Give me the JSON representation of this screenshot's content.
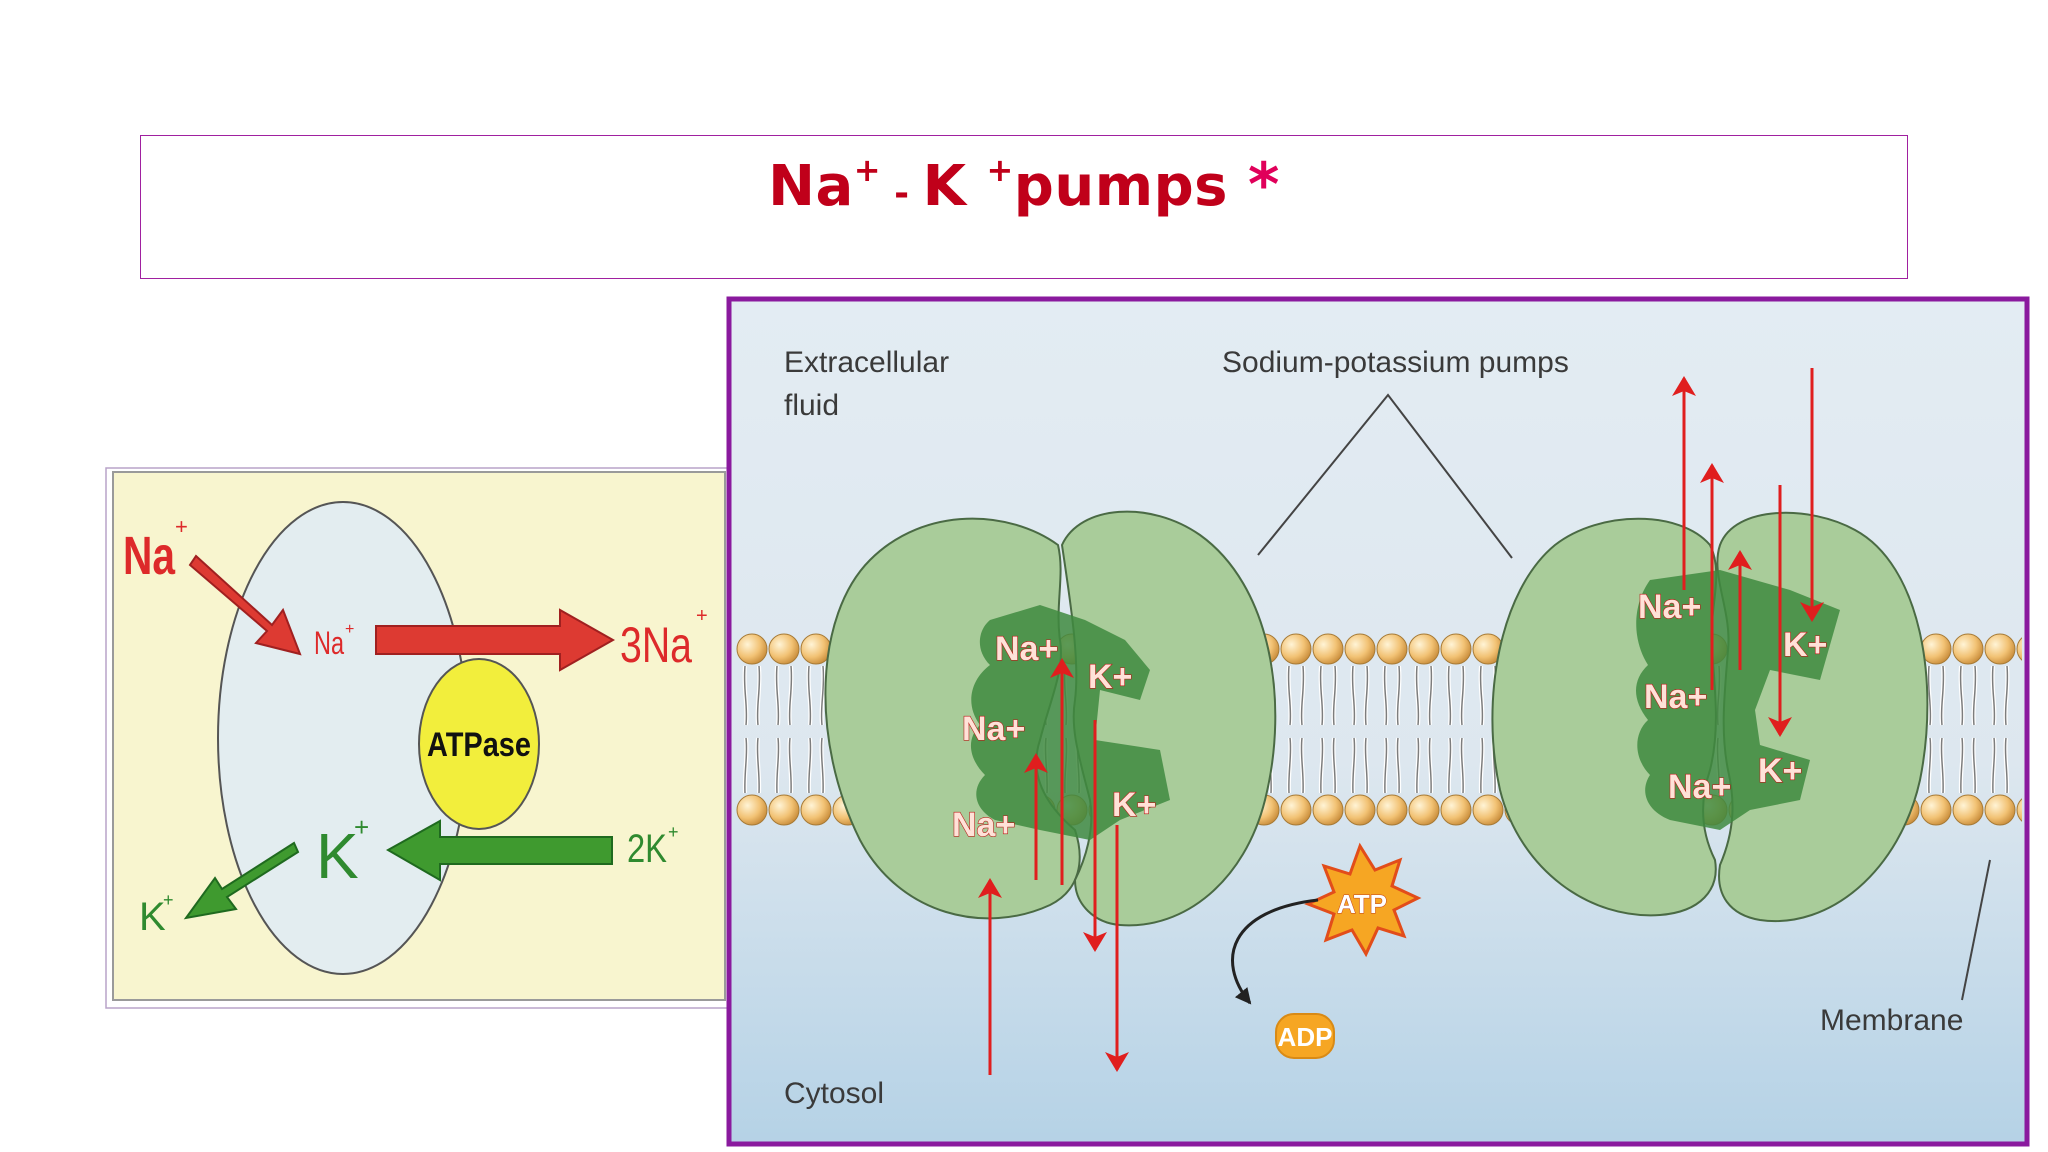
{
  "slide": {
    "title": {
      "na": "Na",
      "na_sup": "+",
      "dash": " - ",
      "k": "K ",
      "k_sup": "+",
      "pumps": "pumps",
      "star": "*"
    }
  },
  "left_diagram": {
    "na_outside": "Na",
    "na_outside_sup": "+",
    "na_inside": "Na",
    "na_inside_sup": "+",
    "three_na": "3Na",
    "three_na_sup": "+",
    "atpase": "ATPase",
    "k_inside": "K",
    "k_inside_sup": "+",
    "two_k": "2K",
    "two_k_sup": "+",
    "k_out": "K",
    "k_out_sup": "+"
  },
  "right_diagram": {
    "extracellular_1": "Extracellular",
    "extracellular_2": "fluid",
    "pumps_label": "Sodium-potassium pumps",
    "cytosol": "Cytosol",
    "membrane": "Membrane",
    "atp": "ATP",
    "adp": "ADP",
    "na_label": "Na+",
    "k_label": "K+"
  },
  "colors": {
    "title": "#c0001a",
    "frame": "#8a1a9e",
    "protein": "#a9cc9a",
    "channel": "#3f8a3f",
    "arrow": "#e01e1e",
    "left_bg": "#f8f5cf"
  }
}
